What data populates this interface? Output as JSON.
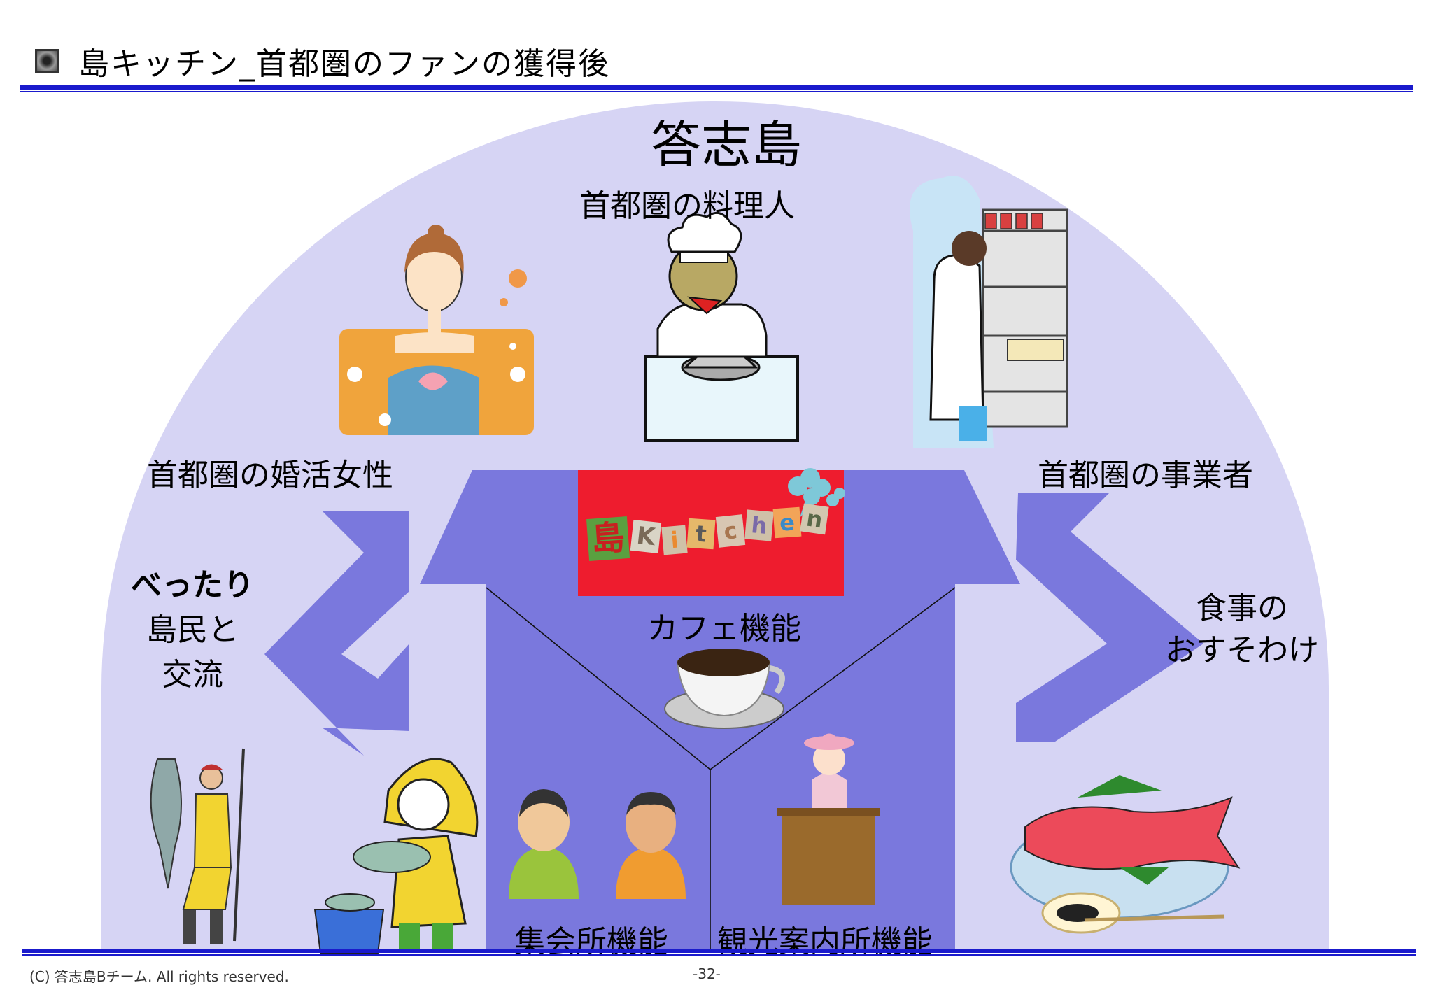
{
  "header": {
    "title": "島キッチン_首都圏のファンの獲得後"
  },
  "diagram": {
    "island_name": "答志島",
    "chef_label": "首都圏の料理人",
    "konkatsu_label": "首都圏の婚活女性",
    "business_label": "首都圏の事業者",
    "left_arrow_lines": [
      "べったり",
      "島民と",
      "交流"
    ],
    "right_arrow_lines": [
      "食事の",
      "おすそわけ"
    ],
    "logo": {
      "kanji": "島",
      "letters": [
        "K",
        "i",
        "t",
        "c",
        "h",
        "e",
        "n"
      ]
    },
    "cafe_label": "カフェ機能",
    "meeting_label": "集会所機能",
    "tourist_label": "観光案内所機能"
  },
  "footer": {
    "copyright": "(C) 答志島Bチーム. All rights reserved.",
    "page": "-32-"
  },
  "colors": {
    "dome": "#d6d4f4",
    "house": "#7a78dd",
    "arrow": "#7a78dd",
    "rule": "#1a1acc",
    "logo_bg": "#ee1c2e"
  }
}
